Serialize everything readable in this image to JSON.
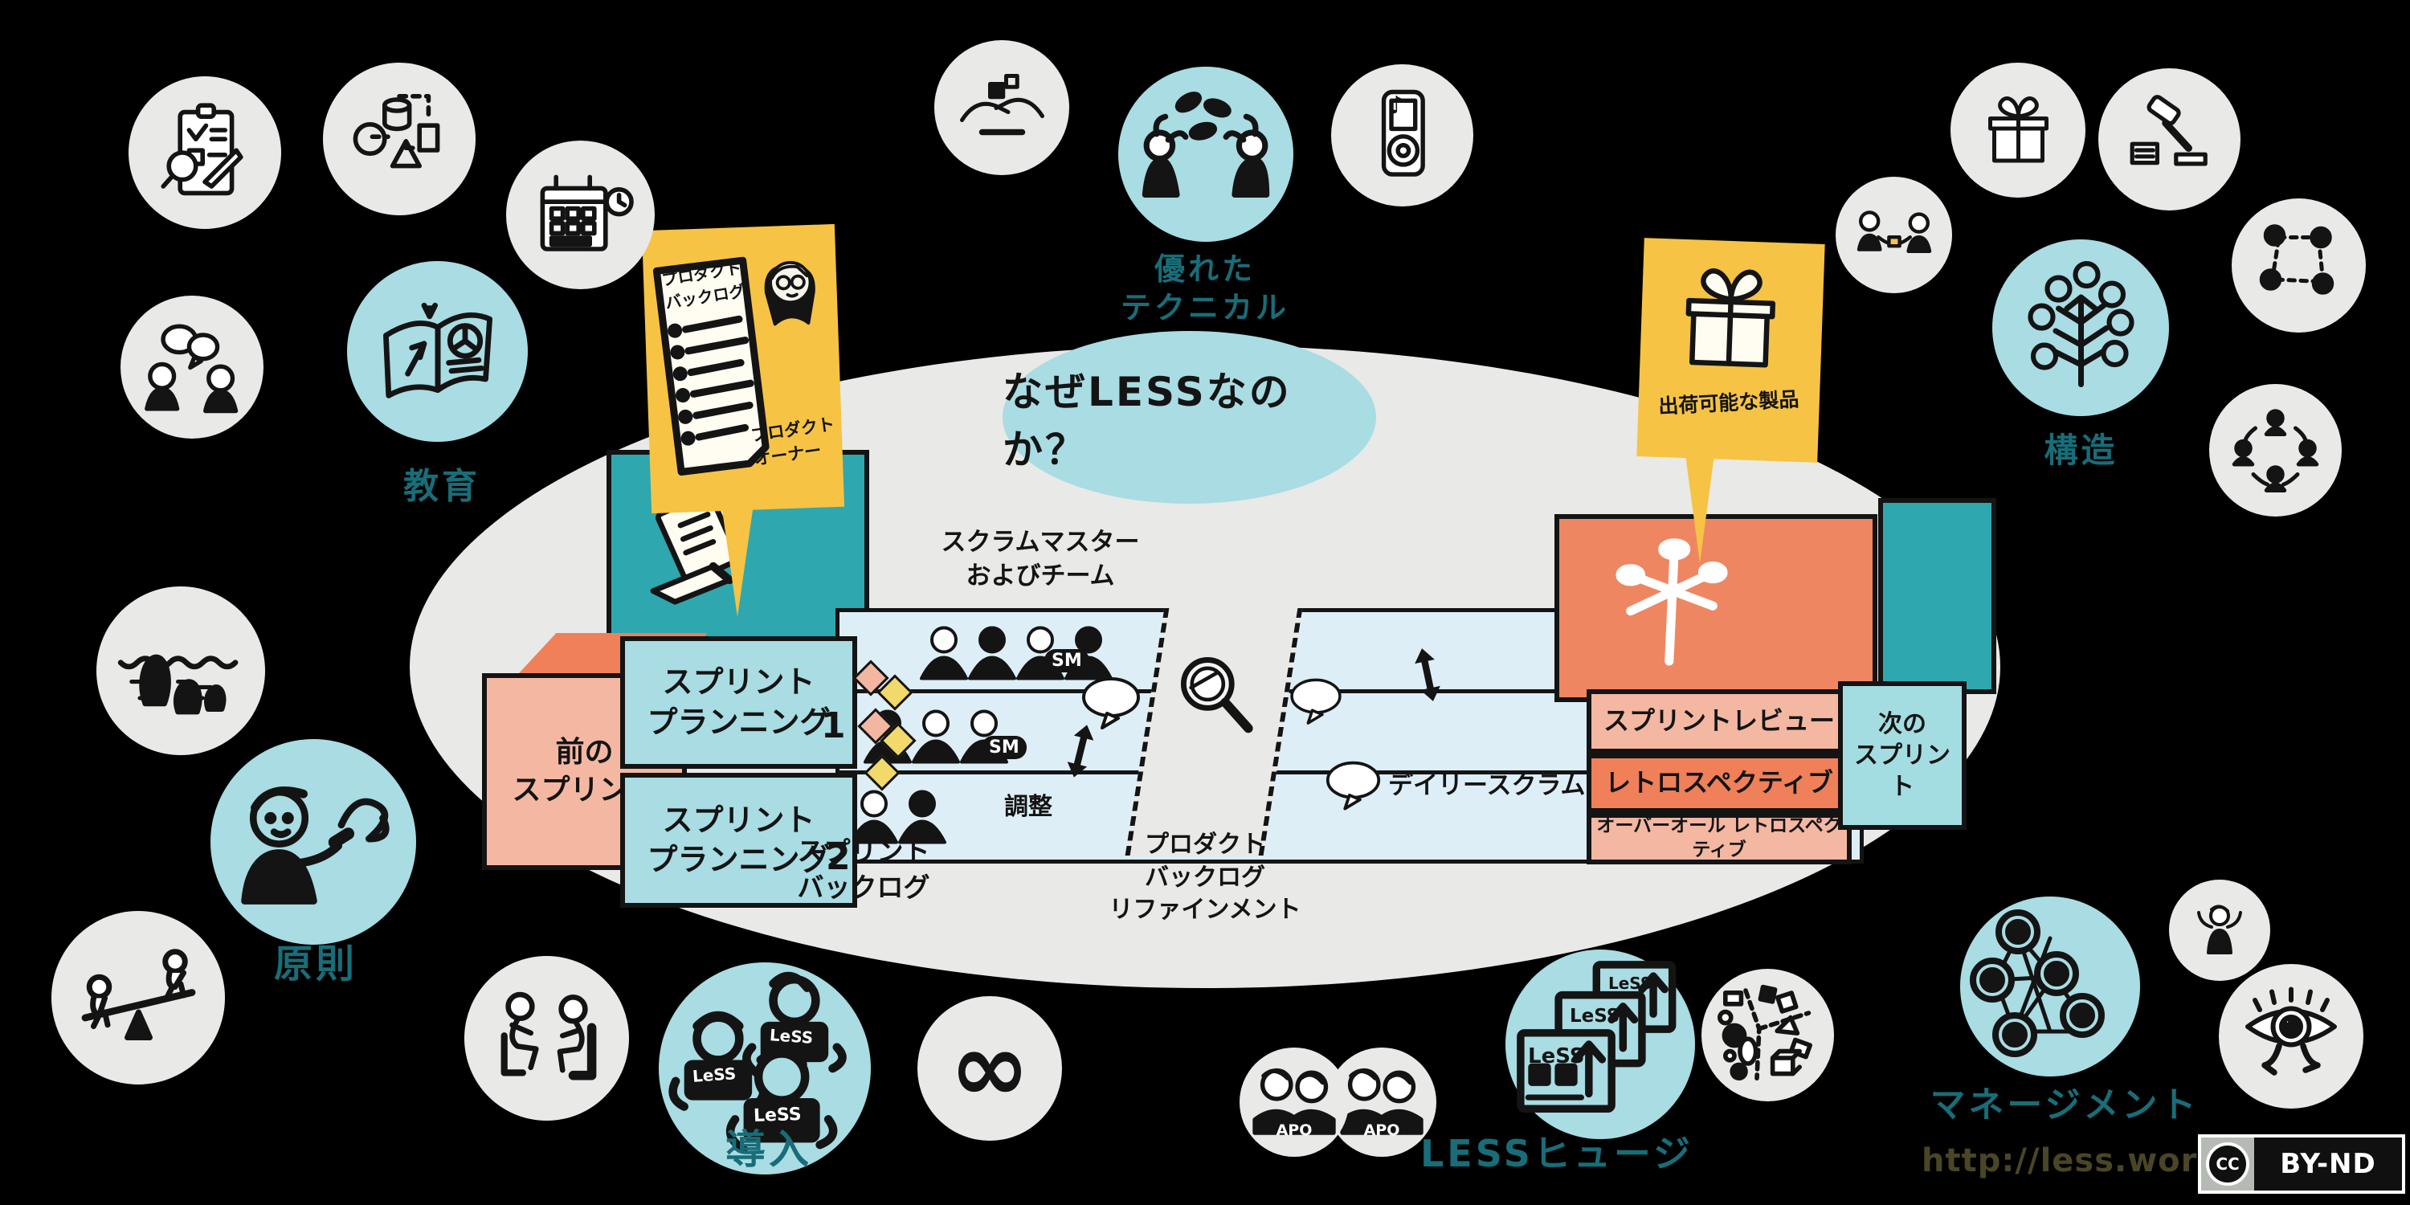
{
  "title": "なぜLESSなのか？",
  "callout_left": {
    "doc_title": "プロダクト\nバックログ",
    "owner_label": "プロダクト\nオーナー"
  },
  "callout_right": {
    "label": "出荷可能な製品"
  },
  "blocks": {
    "prev_sprint": "前の\nスプリント",
    "next_sprint": "次の\nスプリント",
    "sprint_planning": "スプリント\nプランニング",
    "planning_num_1": "1",
    "planning_num_2": "2",
    "sprint_review": "スプリントレビュー",
    "retrospective": "レトロスペクティブ",
    "overall_retrospective": "オーバーオール レトロスペクティブ"
  },
  "labels": {
    "sm_team": "スクラムマスター\nおよびチーム",
    "coordination": "調整",
    "sprint_backlog": "スプリント\nバックログ",
    "refinement": "プロダクト\nバックログ\nリファインメント",
    "daily_scrum": "デイリースクラム"
  },
  "topics": {
    "education": "教育",
    "principles": "原則",
    "adoption": "導入",
    "less_huge": "LESSヒュージ",
    "management": "マネージメント",
    "structure": "構造",
    "technical": "優れた\nテクニカル"
  },
  "badges": {
    "sm": "SM",
    "apo": "APO",
    "less": "LeSS",
    "infinity": "∞",
    "music_note": "♪",
    "cc": "CC"
  },
  "footer": {
    "url": "http://less.works",
    "license": "BY-ND"
  },
  "colors": {
    "background": "#000000",
    "stage_ellipse": "#e9e9e7",
    "accent_blue": "#a9dce3",
    "lane_blue": "#ddeef7",
    "teal": "#2fa7ae",
    "salmon": "#f3b7a1",
    "orange": "#ef8059",
    "callout_yellow": "#f6c344",
    "label_teal": "#186d78"
  }
}
